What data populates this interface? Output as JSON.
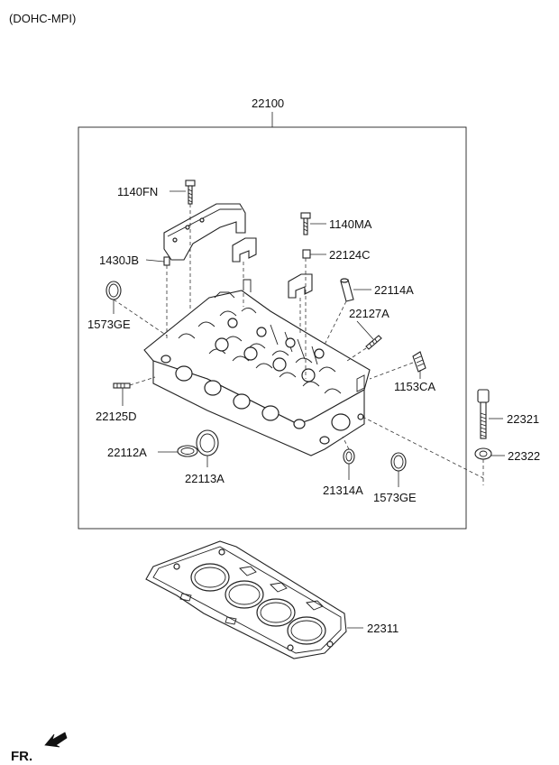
{
  "header": {
    "engine_type": "(DOHC-MPI)"
  },
  "assembly": {
    "part_number": "22100"
  },
  "parts": {
    "p1140FN": "1140FN",
    "p1140MA": "1140MA",
    "p22124C": "22124C",
    "p1430JB": "1430JB",
    "p22114A": "22114A",
    "p1573GE_top": "1573GE",
    "p22127A": "22127A",
    "p1153CA": "1153CA",
    "p22125D": "22125D",
    "p22321": "22321",
    "p22112A": "22112A",
    "p22322": "22322",
    "p22113A": "22113A",
    "p21314A": "21314A",
    "p1573GE_bottom": "1573GE",
    "p22311": "22311"
  },
  "footer": {
    "direction_label": "FR."
  }
}
